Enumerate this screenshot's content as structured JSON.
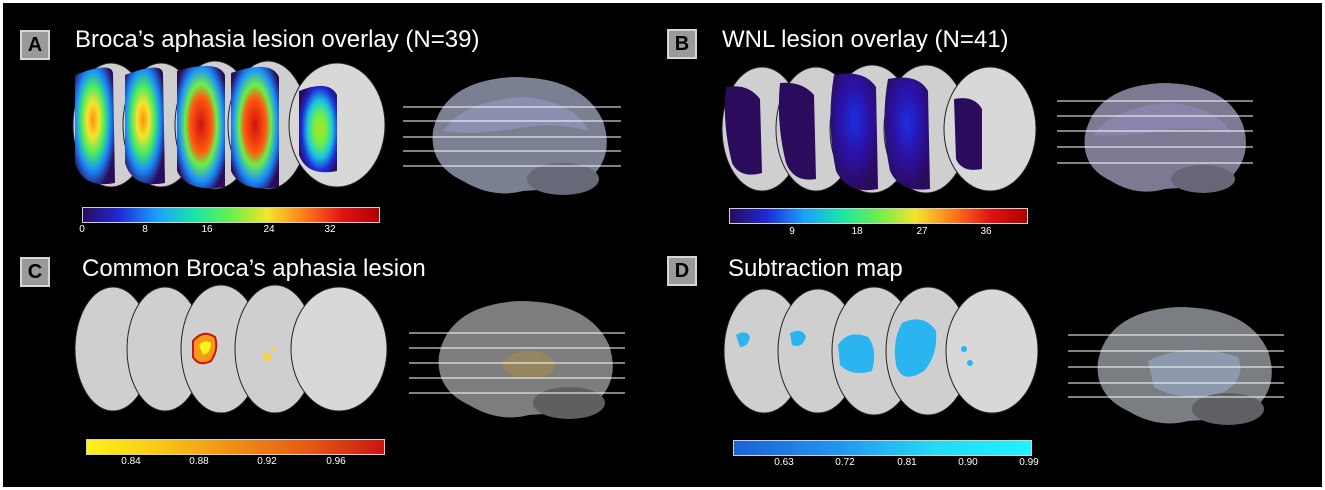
{
  "panels": [
    {
      "letter": "A",
      "title": "Broca’s aphasia lesion overlay (N=39)",
      "colorbar": {
        "scheme": "jet",
        "ticks": [
          "0",
          "8",
          "16",
          "24",
          "32"
        ]
      }
    },
    {
      "letter": "B",
      "title": "WNL lesion overlay (N=41)",
      "colorbar": {
        "scheme": "jet",
        "ticks": [
          "9",
          "18",
          "27",
          "36"
        ]
      }
    },
    {
      "letter": "C",
      "title": "Common Broca’s aphasia lesion",
      "colorbar": {
        "scheme": "hot",
        "ticks": [
          "0.84",
          "0.88",
          "0.92",
          "0.96"
        ]
      }
    },
    {
      "letter": "D",
      "title": "Subtraction map",
      "colorbar": {
        "scheme": "blue",
        "ticks": [
          "0.63",
          "0.72",
          "0.81",
          "0.90",
          "0.99"
        ]
      }
    }
  ],
  "colors": {
    "background": "#000000",
    "badge": "#9a9a9a",
    "jet": [
      "#2a0b5c",
      "#1e2bd8",
      "#1aa0ff",
      "#19e6a8",
      "#6af04a",
      "#f5e52a",
      "#ff7a1a",
      "#e11414",
      "#b00000"
    ],
    "hot": [
      "#fff318",
      "#f8c617",
      "#ef8d16",
      "#e45a14",
      "#c91512"
    ],
    "blue": [
      "#1a63d6",
      "#2292f0",
      "#24d8f5",
      "#1ef3ff"
    ]
  }
}
